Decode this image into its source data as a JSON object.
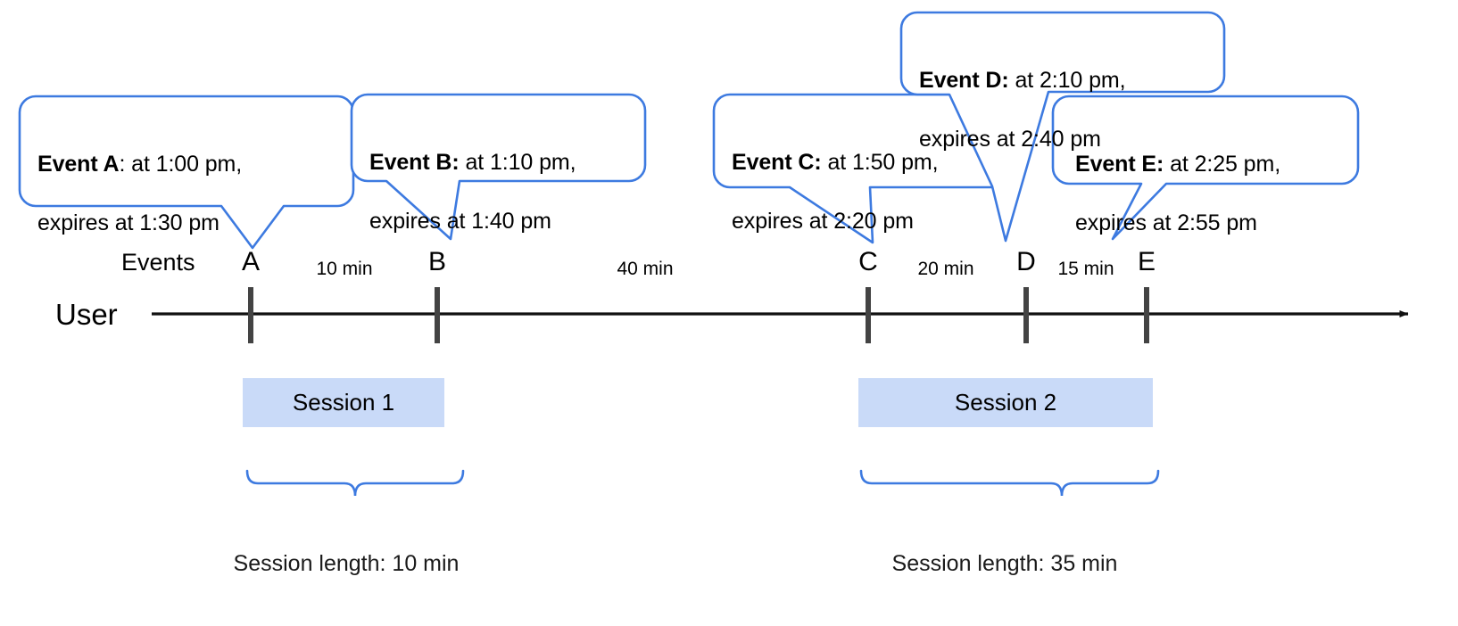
{
  "diagram": {
    "title_axis_label": "User",
    "events_row_label": "Events",
    "accent_color": "#3d7ae0",
    "session_fill_color": "#c9daf8",
    "tick_color": "#434343",
    "axis_color": "#111111"
  },
  "callouts": [
    {
      "id": "A",
      "label": "Event A",
      "separator": ":",
      "line1_rest": " at 1:00 pm,",
      "line2": "expires at 1:30 pm",
      "event_time": "1:00 pm",
      "expires_time": "1:30 pm"
    },
    {
      "id": "B",
      "label": "Event B",
      "separator": ":",
      "line1_rest": " at 1:10 pm,",
      "line2": "expires at 1:40 pm",
      "event_time": "1:10 pm",
      "expires_time": "1:40 pm"
    },
    {
      "id": "C",
      "label": "Event C",
      "separator": ":",
      "line1_rest": " at 1:50 pm,",
      "line2": "expires at 2:20 pm",
      "event_time": "1:50 pm",
      "expires_time": "2:20 pm"
    },
    {
      "id": "D",
      "label": "Event D",
      "separator": ":",
      "line1_rest": " at 2:10 pm,",
      "line2": "expires at 2:40 pm",
      "event_time": "2:10 pm",
      "expires_time": "2:40 pm"
    },
    {
      "id": "E",
      "label": "Event E",
      "separator": ":",
      "line1_rest": " at 2:25 pm,",
      "line2": "expires at 2:55 pm",
      "event_time": "2:25 pm",
      "expires_time": "2:55 pm"
    }
  ],
  "timeline": {
    "markers": [
      {
        "letter": "A"
      },
      {
        "letter": "B"
      },
      {
        "letter": "C"
      },
      {
        "letter": "D"
      },
      {
        "letter": "E"
      }
    ],
    "gaps": [
      {
        "from": "A",
        "to": "B",
        "label": "10 min"
      },
      {
        "from": "B",
        "to": "C",
        "label": "40 min"
      },
      {
        "from": "C",
        "to": "D",
        "label": "20 min"
      },
      {
        "from": "D",
        "to": "E",
        "label": "15 min"
      }
    ]
  },
  "sessions": [
    {
      "name": "Session 1",
      "length_label": "Session length: 10 min"
    },
    {
      "name": "Session 2",
      "length_label": "Session length: 35 min"
    }
  ]
}
